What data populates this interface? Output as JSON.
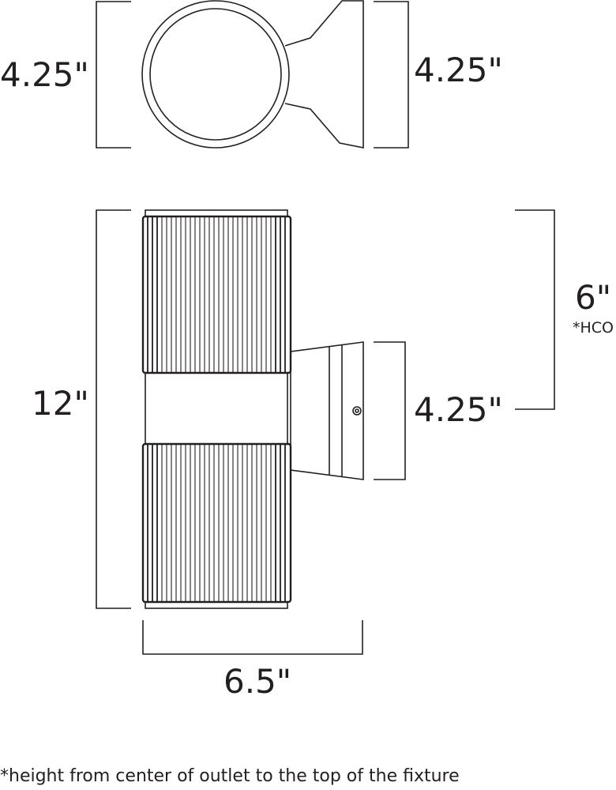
{
  "dimensions": {
    "top_left_width": "4.25\"",
    "top_right_depth": "4.25\"",
    "height": "12\"",
    "hco": "6\"",
    "hco_label": "*HCO",
    "backplate_height": "4.25\"",
    "width": "6.5\""
  },
  "footnote": "*height from center of outlet to the top of the fixture",
  "colors": {
    "line": "#231f20",
    "background": "#ffffff"
  }
}
